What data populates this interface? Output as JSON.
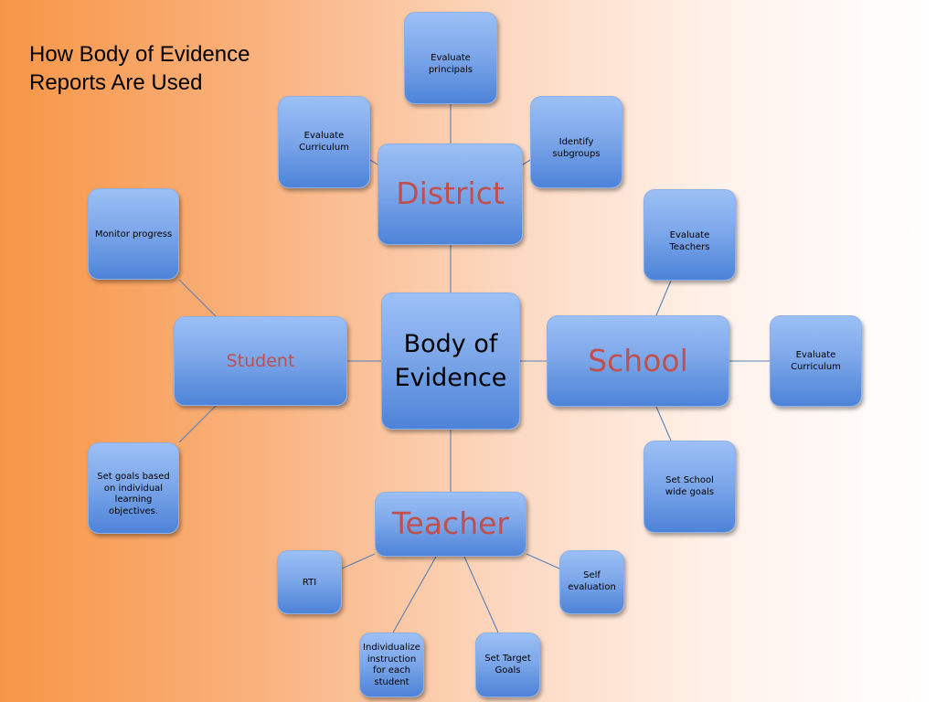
{
  "title": "How Body of Evidence Reports Are Used",
  "center": "Body of Evidence",
  "hubs": {
    "district": "District",
    "school": "School",
    "teacher": "Teacher",
    "student": "Student"
  },
  "leaves": {
    "evaluate_principals": "Evaluate principals",
    "district_evaluate_curriculum": "Evaluate Curriculum",
    "identify_subgroups": "Identify subgroups",
    "monitor_progress": "Monitor progress",
    "set_goals": "Set goals based on individual learning objectives.",
    "evaluate_teachers": "Evaluate Teachers",
    "school_evaluate_curriculum": "Evaluate Curriculum",
    "set_school_wide_goals": "Set School wide goals",
    "rti": "RTI",
    "self_evaluation": "Self evaluation",
    "individualize_instruction": "Individualize instruction for each student",
    "set_target_goals": "Set Target Goals"
  }
}
